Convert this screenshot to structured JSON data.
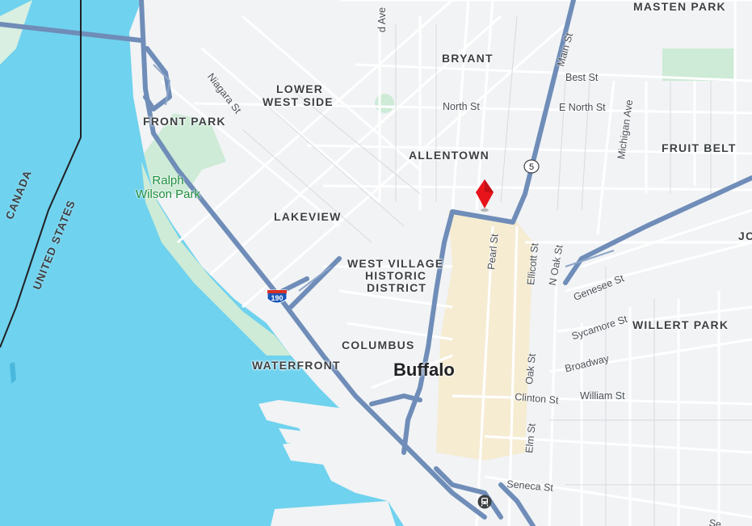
{
  "map": {
    "colors": {
      "water": "#6fd2ee",
      "land": "#f1f3f5",
      "park": "#cdebd6",
      "highway": "#6f8db8",
      "road": "#ffffff",
      "downtown": "#f5ecd2",
      "pin": "#e8141b"
    },
    "neighborhoods": {
      "masten_park": "MASTEN PARK",
      "bryant": "BRYANT",
      "lower_west_side_1": "LOWER",
      "lower_west_side_2": "WEST SIDE",
      "front_park": "FRONT PARK",
      "allentown": "ALLENTOWN",
      "fruit_belt": "FRUIT BELT",
      "lakeview": "LAKEVIEW",
      "west_village_1": "WEST VILLAGE",
      "west_village_2": "HISTORIC",
      "west_village_3": "DISTRICT",
      "columbus": "COLUMBUS",
      "waterfront": "WATERFRONT",
      "willert_park": "WILLERT PARK",
      "jo": "JO"
    },
    "city": "Buffalo",
    "parks": {
      "ralph_1": "Ralph",
      "ralph_2": "Wilson Park"
    },
    "border": {
      "canada": "CANADA",
      "us": "UNITED STATES"
    },
    "streets": {
      "d_ave": "d Ave",
      "niagara": "Niagara St",
      "north": "North St",
      "e_north": "E North St",
      "best": "Best St",
      "main": "Main St",
      "michigan": "Michigan Ave",
      "pearl": "Pearl St",
      "ellicott": "Ellicott St",
      "n_oak": "N Oak St",
      "genesee": "Genesee St",
      "sycamore": "Sycamore St",
      "broadway": "Broadway",
      "oak": "Oak St",
      "clinton": "Clinton St",
      "william": "William St",
      "elm": "Elm St",
      "seneca": "Seneca St",
      "se": "Se"
    },
    "shields": {
      "route_5": "5",
      "i_190": "190"
    },
    "icons": {
      "pin": "location-pin-icon",
      "transit": "train-icon"
    }
  }
}
